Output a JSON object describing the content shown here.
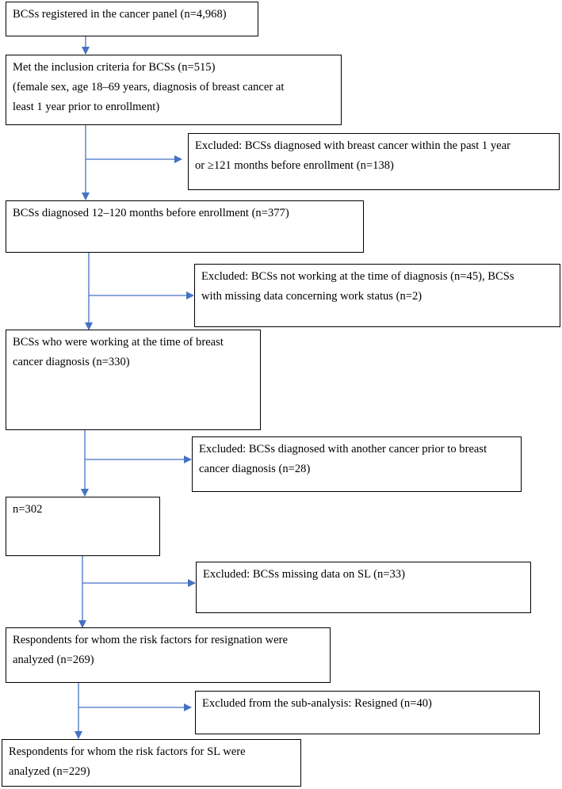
{
  "flow": {
    "box1": "BCSs registered in the cancer panel (n=4,968)",
    "box2": "Met the inclusion criteria for BCSs (n=515)",
    "box2_detail_1": "(female sex, age 18–69 years, diagnosis of breast cancer at",
    "box2_detail_2": "least 1 year prior to enrollment)",
    "excl1_line1": "Excluded: BCSs diagnosed with breast cancer within the past 1 year",
    "excl1_line2": "or ≥121 months before enrollment (n=138)",
    "box3": "BCSs diagnosed 12–120 months before enrollment (n=377)",
    "excl2_line1": "Excluded: BCSs not working at the time of diagnosis (n=45), BCSs",
    "excl2_line2": "with missing data concerning work status (n=2)",
    "box4_line1": "BCSs who were working at the time of breast",
    "box4_line2": "cancer diagnosis (n=330)",
    "excl3_line1": "Excluded: BCSs diagnosed with another cancer prior to breast",
    "excl3_line2": "cancer diagnosis (n=28)",
    "box5": "n=302",
    "excl4": "Excluded: BCSs missing data on SL (n=33)",
    "box6_line1": "Respondents for whom the risk factors for resignation were",
    "box6_line2": "analyzed (n=269)",
    "excl5": "Excluded from the sub-analysis: Resigned (n=40)",
    "box7_line1": "Respondents for whom the risk factors for SL were",
    "box7_line2": "analyzed (n=229)"
  },
  "colors": {
    "arrow": "#4472C4",
    "border": "#000000"
  }
}
